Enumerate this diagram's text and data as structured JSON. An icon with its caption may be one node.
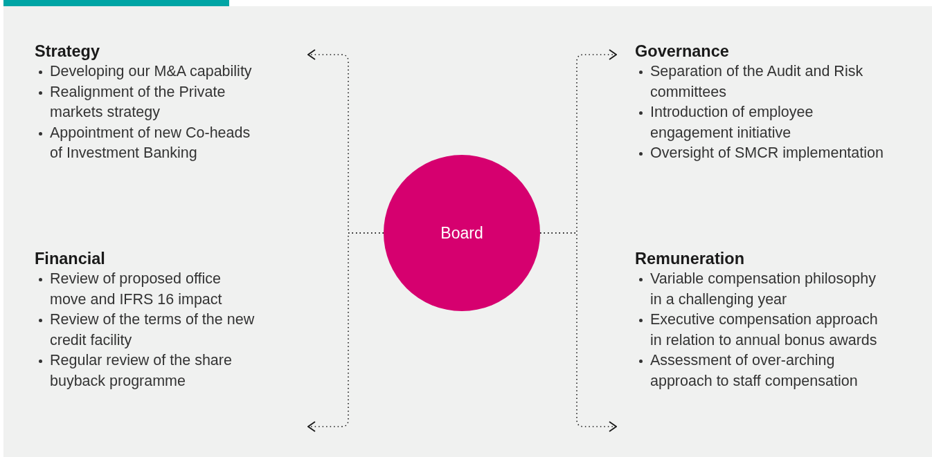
{
  "diagram": {
    "nodes": [
      {
        "text": [
          "Board"
        ]
      },
      {
        "text": [
          "Strategy",
          "Developing our M&A capability",
          "Realignment of the Private markets strategy",
          "Appointment of new Co-heads of Investment Banking"
        ]
      },
      {
        "text": [
          "Governance",
          "Separation of the Audit and Risk committees",
          "Introduction of employee engagement initiative",
          "Oversight of SMCR implementation"
        ]
      },
      {
        "text": [
          "Financial",
          "Review of proposed office move and IFRS 16 impact",
          "Review of the terms of the new credit facility",
          "Regular review of the share buyback programme"
        ]
      },
      {
        "text": [
          "Remuneration",
          "Variable compensation philosophy in a challenging year",
          "Executive compensation approach in relation to annual bonus awards",
          "Assessment of over-arching approach to staff compensation"
        ]
      }
    ],
    "edges": [
      {
        "from": 0,
        "to": 1,
        "arrow": "to",
        "style": "dashed"
      },
      {
        "from": 0,
        "to": 2,
        "arrow": "to",
        "style": "dashed"
      },
      {
        "from": 0,
        "to": 3,
        "arrow": "to",
        "style": "dashed"
      },
      {
        "from": 0,
        "to": 4,
        "arrow": "to",
        "style": "dashed"
      }
    ]
  }
}
